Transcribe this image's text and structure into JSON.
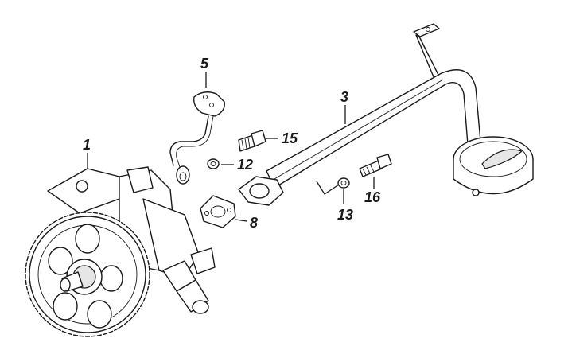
{
  "callouts": {
    "c1": "1",
    "c3": "3",
    "c5": "5",
    "c8": "8",
    "c12": "12",
    "c13": "13",
    "c15": "15",
    "c16": "16"
  }
}
